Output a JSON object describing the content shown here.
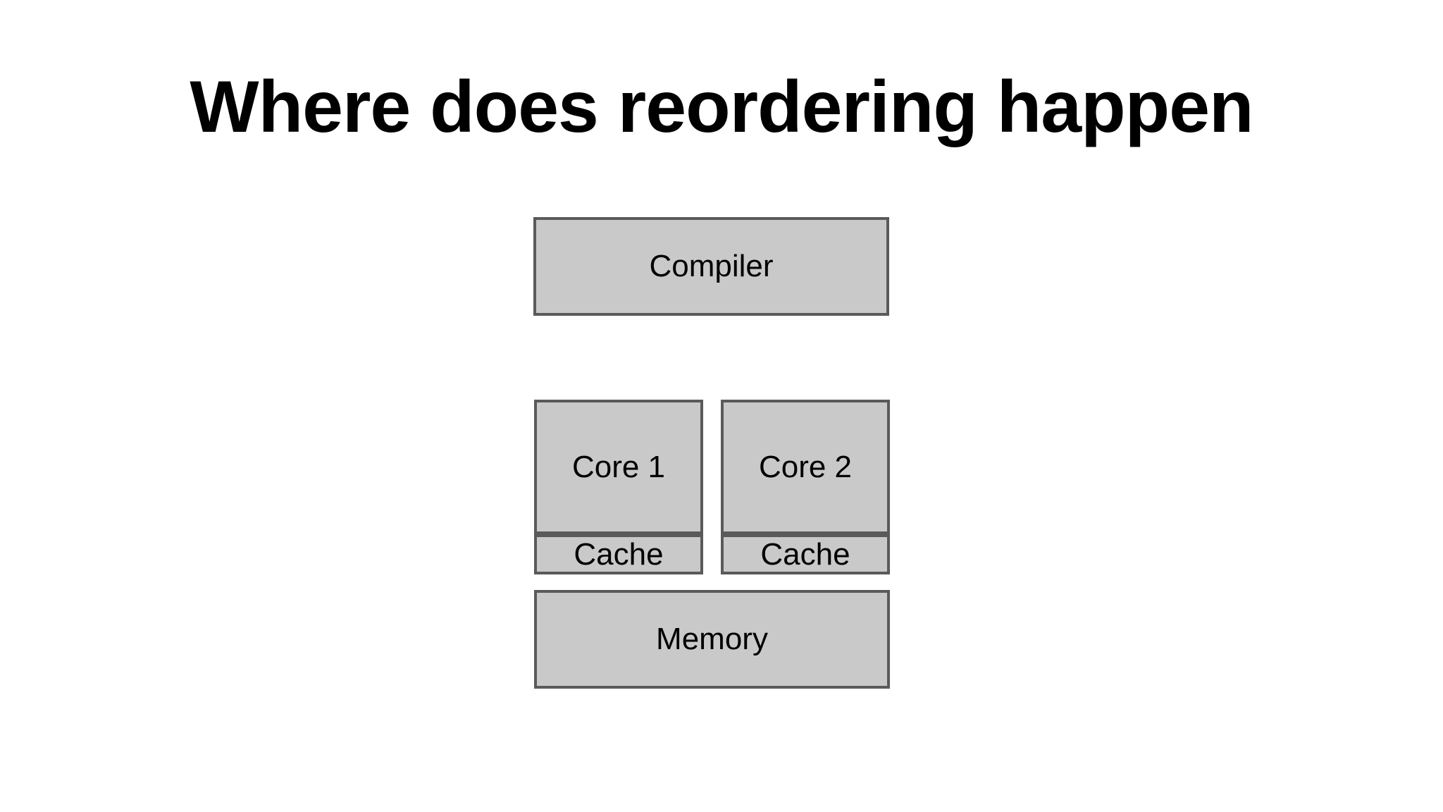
{
  "slide": {
    "title": "Where does reordering happen",
    "diagram": {
      "compiler": {
        "label": "Compiler"
      },
      "cores": [
        {
          "label": "Core 1",
          "cache_label": "Cache"
        },
        {
          "label": "Core 2",
          "cache_label": "Cache"
        }
      ],
      "memory": {
        "label": "Memory"
      }
    },
    "colors": {
      "background": "#ffffff",
      "box_fill": "#c9c9c9",
      "box_border": "#5a5a5a",
      "text": "#000000"
    }
  }
}
